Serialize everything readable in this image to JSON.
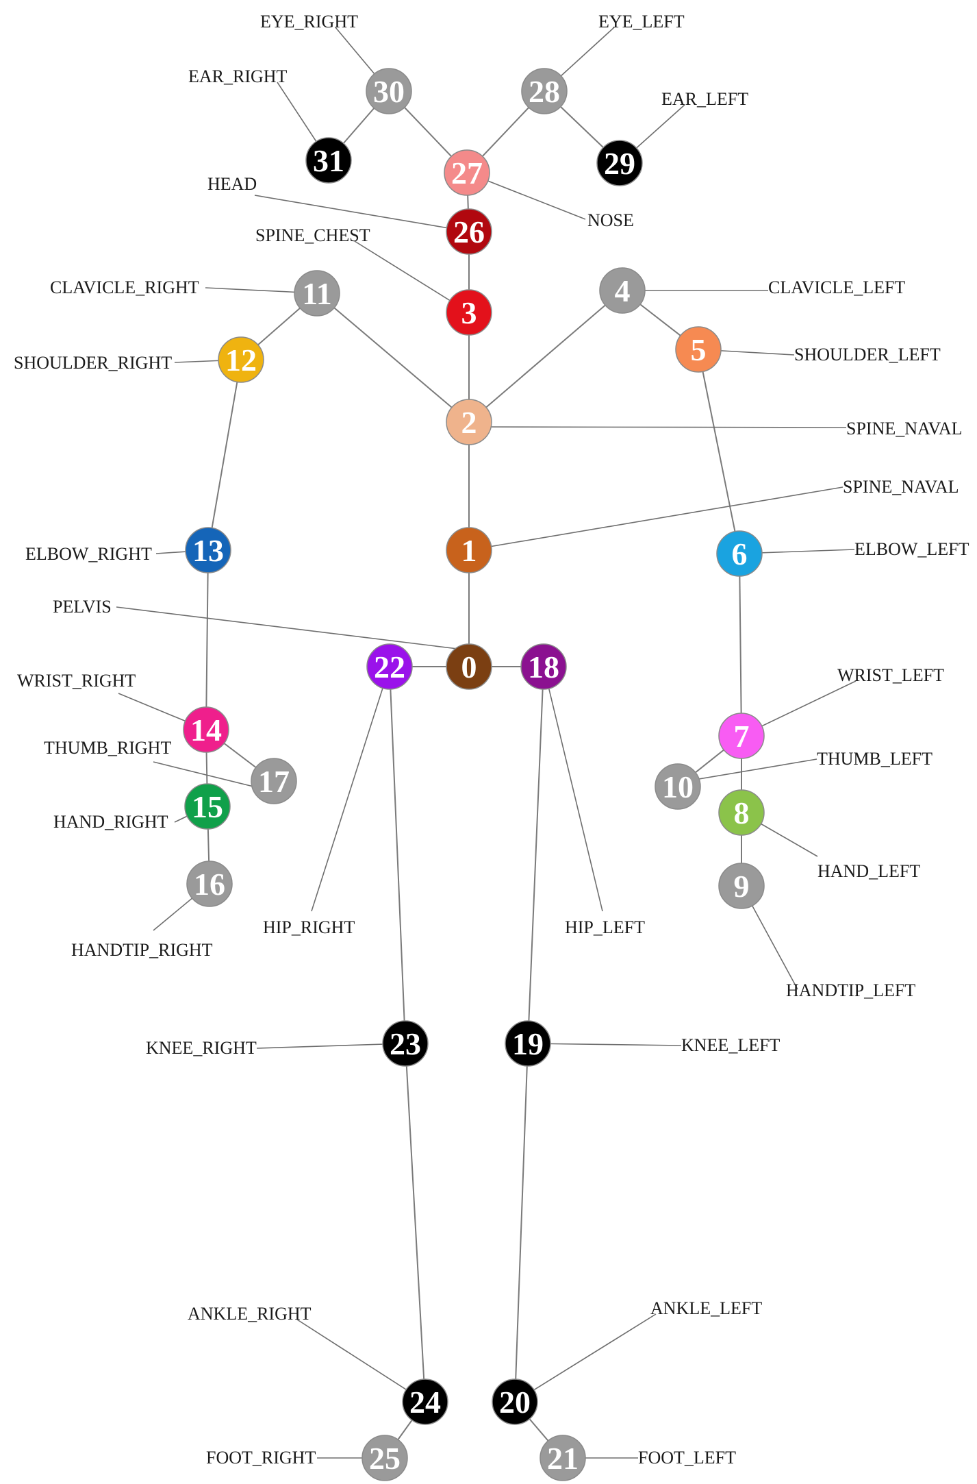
{
  "nodes": [
    {
      "id": "0",
      "color": "#7b3f12"
    },
    {
      "id": "1",
      "color": "#c8621c"
    },
    {
      "id": "2",
      "color": "#efb38c"
    },
    {
      "id": "3",
      "color": "#e3111b"
    },
    {
      "id": "4",
      "color": "#9a9a9a"
    },
    {
      "id": "5",
      "color": "#f68a52"
    },
    {
      "id": "6",
      "color": "#1aa3e0"
    },
    {
      "id": "7",
      "color": "#f85cf3"
    },
    {
      "id": "8",
      "color": "#8bc34a"
    },
    {
      "id": "9",
      "color": "#9a9a9a"
    },
    {
      "id": "10",
      "color": "#9a9a9a"
    },
    {
      "id": "11",
      "color": "#9a9a9a"
    },
    {
      "id": "12",
      "color": "#efb310"
    },
    {
      "id": "13",
      "color": "#1565b8"
    },
    {
      "id": "14",
      "color": "#ef1f8c"
    },
    {
      "id": "15",
      "color": "#10a04a"
    },
    {
      "id": "16",
      "color": "#9a9a9a"
    },
    {
      "id": "17",
      "color": "#9a9a9a"
    },
    {
      "id": "18",
      "color": "#8b1190"
    },
    {
      "id": "19",
      "color": "#000000"
    },
    {
      "id": "20",
      "color": "#000000"
    },
    {
      "id": "21",
      "color": "#9a9a9a"
    },
    {
      "id": "22",
      "color": "#9a12ea"
    },
    {
      "id": "23",
      "color": "#000000"
    },
    {
      "id": "24",
      "color": "#000000"
    },
    {
      "id": "25",
      "color": "#9a9a9a"
    },
    {
      "id": "26",
      "color": "#b1080f"
    },
    {
      "id": "27",
      "color": "#f48a8a"
    },
    {
      "id": "28",
      "color": "#9a9a9a"
    },
    {
      "id": "29",
      "color": "#000000"
    },
    {
      "id": "30",
      "color": "#9a9a9a"
    },
    {
      "id": "31",
      "color": "#000000"
    }
  ],
  "edges": [
    [
      "0",
      "1"
    ],
    [
      "1",
      "2"
    ],
    [
      "2",
      "3"
    ],
    [
      "3",
      "26"
    ],
    [
      "26",
      "27"
    ],
    [
      "27",
      "28"
    ],
    [
      "28",
      "29"
    ],
    [
      "27",
      "30"
    ],
    [
      "30",
      "31"
    ],
    [
      "2",
      "4"
    ],
    [
      "4",
      "5"
    ],
    [
      "5",
      "6"
    ],
    [
      "6",
      "7"
    ],
    [
      "7",
      "8"
    ],
    [
      "8",
      "9"
    ],
    [
      "7",
      "10"
    ],
    [
      "2",
      "11"
    ],
    [
      "11",
      "12"
    ],
    [
      "12",
      "13"
    ],
    [
      "13",
      "14"
    ],
    [
      "14",
      "15"
    ],
    [
      "15",
      "16"
    ],
    [
      "14",
      "17"
    ],
    [
      "0",
      "18"
    ],
    [
      "18",
      "19"
    ],
    [
      "19",
      "20"
    ],
    [
      "20",
      "21"
    ],
    [
      "0",
      "22"
    ],
    [
      "22",
      "23"
    ],
    [
      "23",
      "24"
    ],
    [
      "24",
      "25"
    ]
  ],
  "labels": [
    {
      "text": "EYE_RIGHT",
      "node": "30"
    },
    {
      "text": "EYE_LEFT",
      "node": "28"
    },
    {
      "text": "EAR_RIGHT",
      "node": "31"
    },
    {
      "text": "EAR_LEFT",
      "node": "29"
    },
    {
      "text": "HEAD",
      "node": "26"
    },
    {
      "text": "NOSE",
      "node": "27"
    },
    {
      "text": "SPINE_CHEST",
      "node": "3"
    },
    {
      "text": "CLAVICLE_RIGHT",
      "node": "11"
    },
    {
      "text": "CLAVICLE_LEFT",
      "node": "4"
    },
    {
      "text": "SHOULDER_RIGHT",
      "node": "12"
    },
    {
      "text": "SHOULDER_LEFT",
      "node": "5"
    },
    {
      "text": "SPINE_NAVAL",
      "node": "2"
    },
    {
      "text": "SPINE_NAVAL",
      "node": "1"
    },
    {
      "text": "ELBOW_RIGHT",
      "node": "13"
    },
    {
      "text": "ELBOW_LEFT",
      "node": "6"
    },
    {
      "text": "PELVIS",
      "node": "0"
    },
    {
      "text": "WRIST_RIGHT",
      "node": "14"
    },
    {
      "text": "WRIST_LEFT",
      "node": "7"
    },
    {
      "text": "THUMB_RIGHT",
      "node": "17"
    },
    {
      "text": "THUMB_LEFT",
      "node": "10"
    },
    {
      "text": "HAND_RIGHT",
      "node": "15"
    },
    {
      "text": "HAND_LEFT",
      "node": "8"
    },
    {
      "text": "HIP_RIGHT",
      "node": "22"
    },
    {
      "text": "HIP_LEFT",
      "node": "18"
    },
    {
      "text": "HANDTIP_RIGHT",
      "node": "16"
    },
    {
      "text": "HANDTIP_LEFT",
      "node": "9"
    },
    {
      "text": "KNEE_RIGHT",
      "node": "23"
    },
    {
      "text": "KNEE_LEFT",
      "node": "19"
    },
    {
      "text": "ANKLE_RIGHT",
      "node": "24"
    },
    {
      "text": "ANKLE_LEFT",
      "node": "20"
    },
    {
      "text": "FOOT_RIGHT",
      "node": "25"
    },
    {
      "text": "FOOT_LEFT",
      "node": "21"
    }
  ]
}
